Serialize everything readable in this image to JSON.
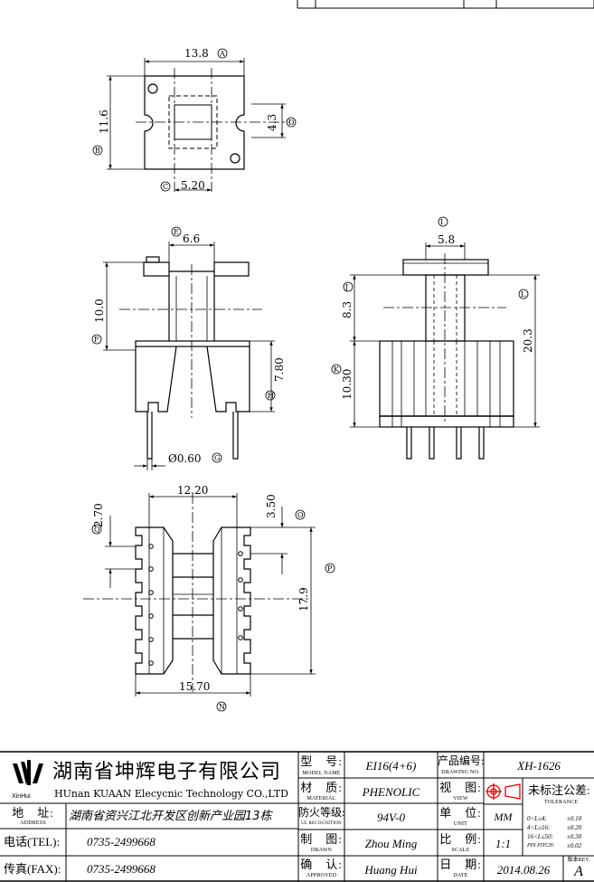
{
  "drawing": {
    "top_view": {
      "width": "13.8",
      "height": "11.6",
      "slot": "4.3",
      "pitch": "5.20",
      "tag_width": "A",
      "tag_height": "B",
      "tag_pitch": "C",
      "tag_slot": "D"
    },
    "front_view": {
      "top_width": "6.6",
      "height": "10.0",
      "base_height": "7.80",
      "pin_dia": "Ø0.60",
      "tag_top": "E",
      "tag_height": "F",
      "tag_base": "H",
      "tag_pin": "G"
    },
    "side_view": {
      "top_width": "5.8",
      "upper": "8.3",
      "lower": "10.30",
      "total": "20.3",
      "tag_top": "I",
      "tag_upper": "J",
      "tag_lower": "K",
      "tag_total": "L"
    },
    "bottom_view": {
      "width": "12.20",
      "left_pitch": "2.70",
      "right_pitch": "3.50",
      "length": "17.9",
      "base_width": "15.70",
      "tag_left": "Q",
      "tag_right": "O",
      "tag_length": "P",
      "tag_base": "N"
    }
  },
  "title_block": {
    "logo_text": "XinHui",
    "company_cn": "湖南省坤辉电子有限公司",
    "company_en": "HUnan KUAAN Elecycnic Technology CO.,LTD",
    "address_label": "地　址:",
    "address_label_en": "ADDRESS",
    "address_value": "湖南省资兴江北开发区创新产业园13栋",
    "tel_label": "电话(TEL):",
    "tel_value": "0735-2499668",
    "fax_label": "传真(FAX):",
    "fax_value": "0735-2499668",
    "model_label": "型　号:",
    "model_label_en": "MODEL NAME",
    "model_value": "EI16(4+6)",
    "material_label": "材　质:",
    "material_label_en": "MATERIAL",
    "material_value": "PHENOLIC",
    "flame_label": "防火等级:",
    "flame_label_en": "UL RECOGNITION",
    "flame_value": "94V-0",
    "drawn_label": "制　图:",
    "drawn_label_en": "DRAWN",
    "drawn_value": "Zhou Ming",
    "approved_label": "确　认:",
    "approved_label_en": "APPROVED",
    "approved_value": "Huang Hui",
    "drawing_no_label": "产品编号:",
    "drawing_no_label_en": "DRAWING NO.",
    "drawing_no_value": "XH-1626",
    "view_label": "视　图:",
    "view_label_en": "VIEW",
    "tolerance_label": "未标注公差:",
    "tolerance_label_en": "TOLERANCE",
    "unit_label": "单　位:",
    "unit_label_en": "UNIT",
    "unit_value": "MM",
    "scale_label": "比　例:",
    "scale_label_en": "SCALE",
    "scale_value": "1:1",
    "date_label": "日　期:",
    "date_label_en": "DATE",
    "date_value": "2014.08.26",
    "rev_label": "版本REV.",
    "rev_value": "A",
    "tolerances": [
      {
        "range": "0<L≤4:",
        "value": "±0.10"
      },
      {
        "range": "4<L≤16:",
        "value": "±0.20"
      },
      {
        "range": "16<L≤50:",
        "value": "±0.30"
      },
      {
        "range": "PIN PITCH:",
        "value": "±0.02"
      }
    ]
  }
}
